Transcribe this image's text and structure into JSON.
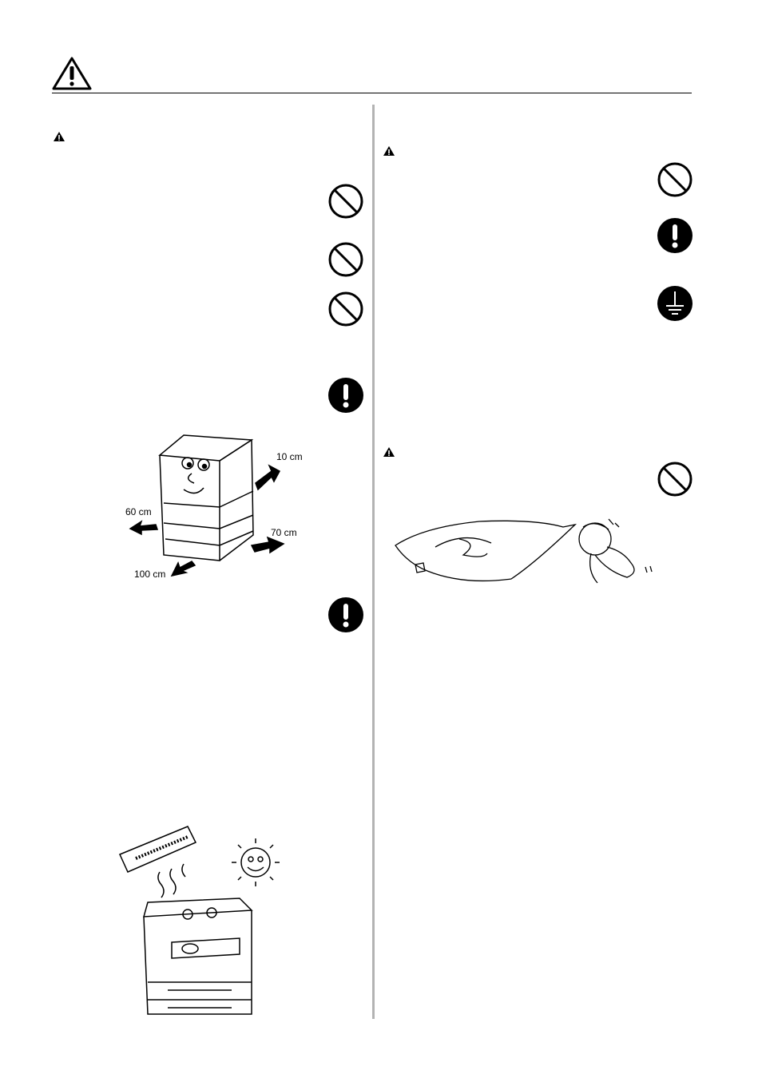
{
  "header": {
    "icon": "warning-triangle-icon"
  },
  "left_column": {
    "section_icon": "small-warning-icon",
    "symbols": [
      "prohibition-icon",
      "prohibition-icon",
      "prohibition-icon",
      "mandatory-icon",
      "mandatory-icon"
    ],
    "clearance_illustration": {
      "labels": {
        "back": "10 cm",
        "left": "60 cm",
        "right": "70 cm",
        "front": "100 cm"
      }
    }
  },
  "right_column": {
    "section_icons": [
      "small-warning-icon",
      "small-warning-icon"
    ],
    "symbols": [
      "prohibition-icon",
      "mandatory-icon",
      "ground-icon",
      "prohibition-icon"
    ]
  },
  "colors": {
    "ink": "#000000",
    "divider": "#b3b3b3"
  }
}
